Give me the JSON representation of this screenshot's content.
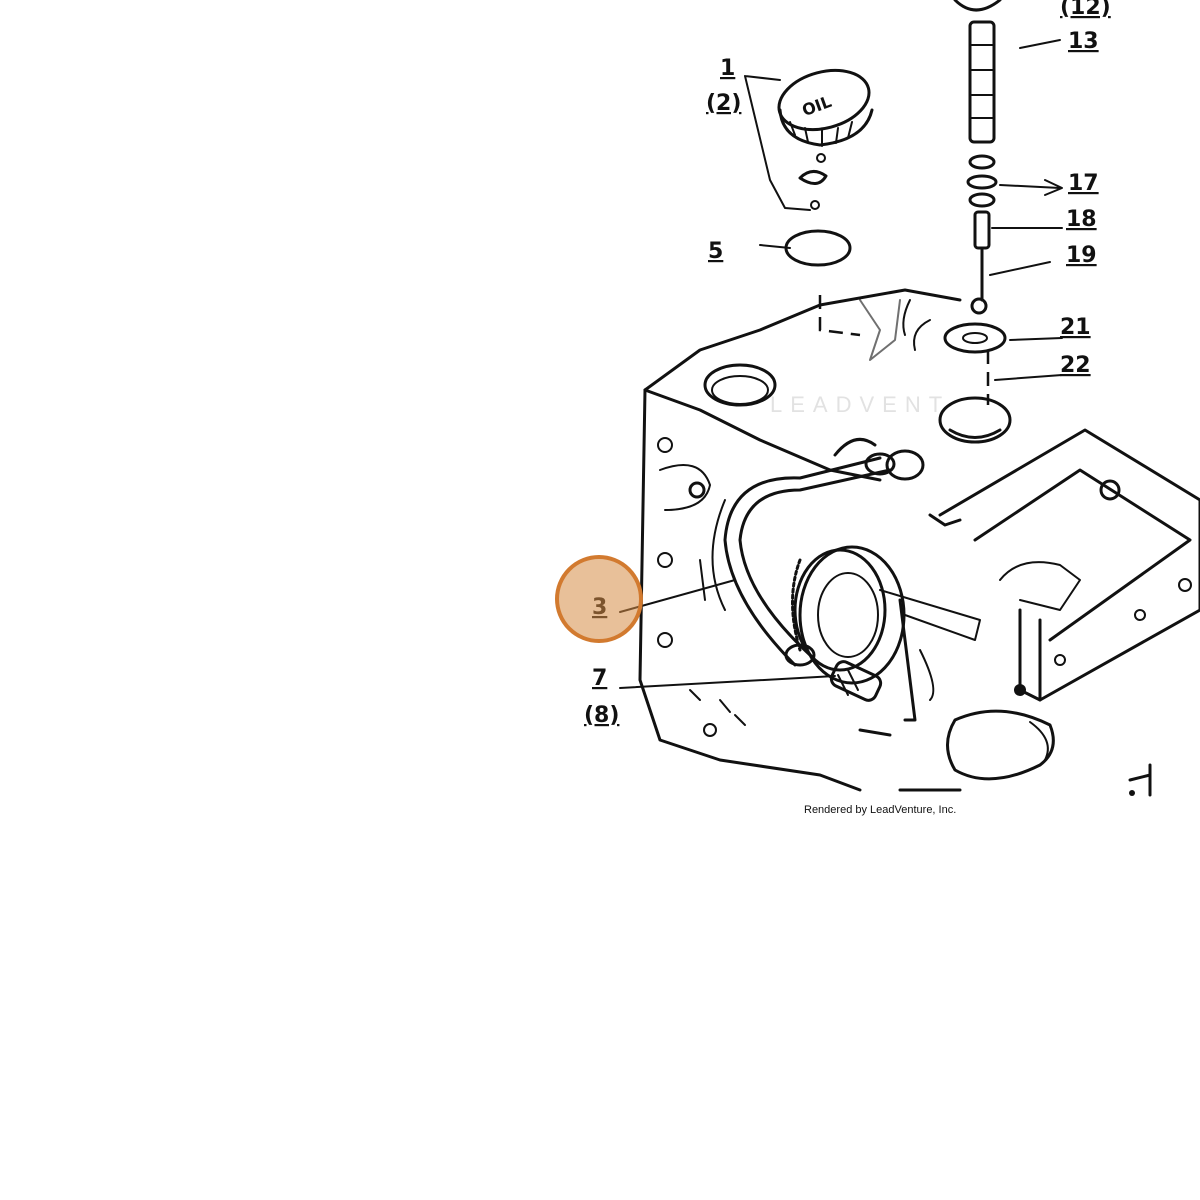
{
  "diagram": {
    "callouts": {
      "c1": "1",
      "c2": "(2)",
      "c5": "5",
      "c3": "3",
      "c7": "7",
      "c8": "(8)",
      "c12": "(12)",
      "c13": "13",
      "c17": "17",
      "c18": "18",
      "c19": "19",
      "c21": "21",
      "c22": "22"
    },
    "cap_text": "OIL",
    "watermark": "LEADVENT",
    "credit": "Rendered by LeadVenture, Inc.",
    "highlight_color": "#d27a2f"
  }
}
